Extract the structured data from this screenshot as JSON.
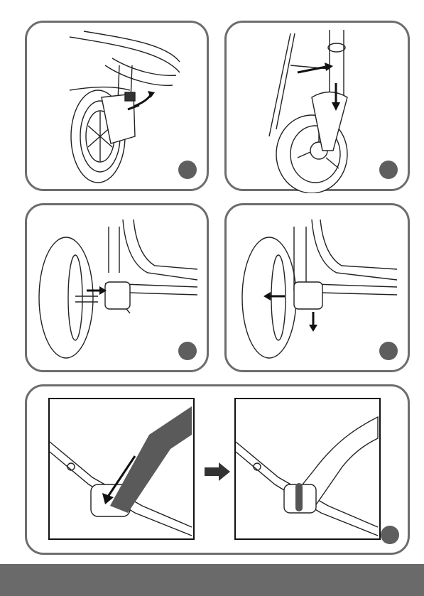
{
  "page": {
    "panels": [
      {
        "id": "step-1",
        "description_icon": "front-wheel-swivel-lock-icon"
      },
      {
        "id": "step-2",
        "description_icon": "front-wheel-insert-icon"
      },
      {
        "id": "step-3",
        "description_icon": "rear-wheel-attach-icon"
      },
      {
        "id": "step-4",
        "description_icon": "rear-wheel-release-icon"
      },
      {
        "id": "step-5",
        "description_icon": "frame-latch-fold-icon"
      }
    ],
    "colors": {
      "border": "#6d6d6d",
      "step_dot": "#5e5e5e",
      "footer": "#6a6a6a",
      "dark_part": "#5a5a5a"
    }
  }
}
